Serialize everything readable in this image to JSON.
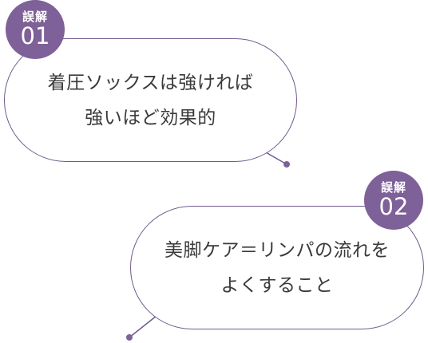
{
  "misconceptions": [
    {
      "badge_label": "誤解",
      "badge_number": "01",
      "lines": [
        "着圧ソックスは強ければ",
        "強いほど効果的"
      ]
    },
    {
      "badge_label": "誤解",
      "badge_number": "02",
      "lines": [
        "美脚ケア＝リンパの流れを",
        "よくすること"
      ]
    }
  ],
  "colors": {
    "accent": "#7e6198",
    "border": "#6f5a8e",
    "text": "#3a3a3a",
    "background": "#ffffff"
  }
}
